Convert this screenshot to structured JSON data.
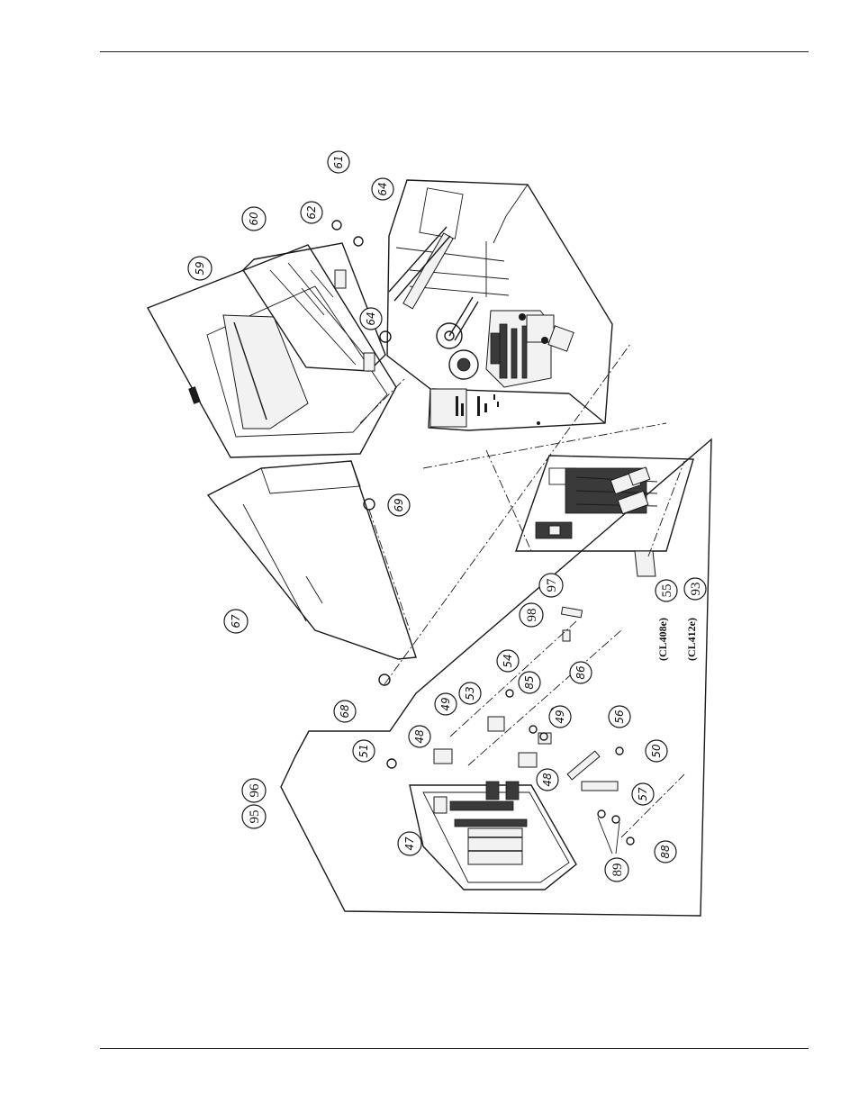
{
  "callouts": {
    "c47": "47",
    "c48a": "48",
    "c48b": "48",
    "c49a": "49",
    "c49b": "49",
    "c50": "50",
    "c51": "51",
    "c53": "53",
    "c54": "54",
    "c55": "55",
    "c56": "56",
    "c57": "57",
    "c59": "59",
    "c60": "60",
    "c61": "61",
    "c62": "62",
    "c64a": "64",
    "c64b": "64",
    "c67": "67",
    "c68": "68",
    "c69": "69",
    "c85": "85",
    "c86": "86",
    "c88": "88",
    "c89": "89",
    "c93": "93",
    "c95": "95",
    "c96": "96",
    "c97": "97",
    "c98": "98"
  },
  "models": {
    "cl408e": "(CL408e)",
    "cl412e": "(CL412e)"
  }
}
